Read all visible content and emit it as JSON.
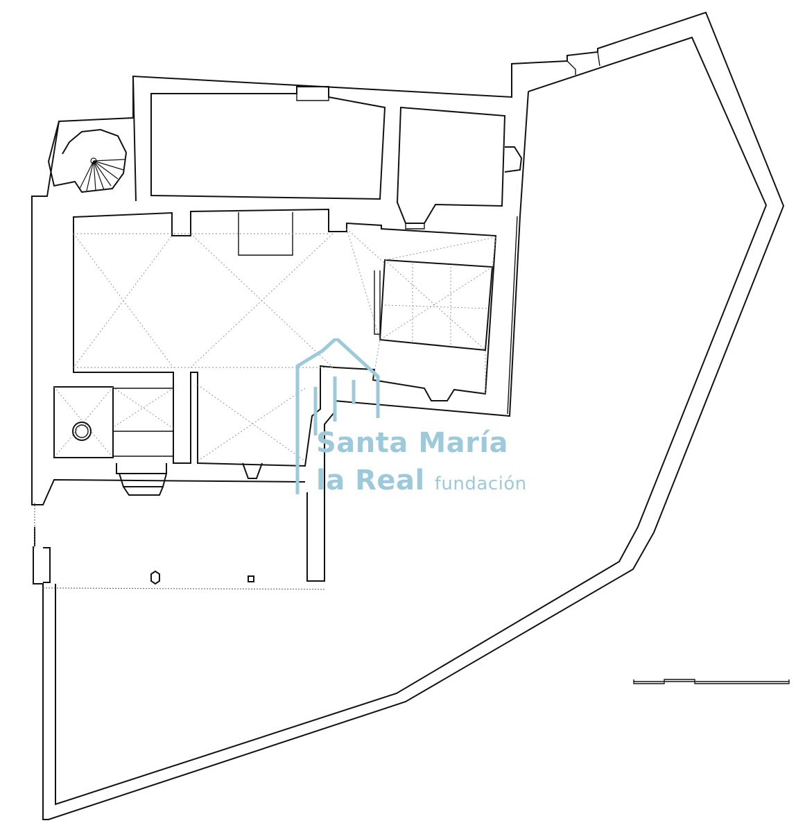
{
  "watermark": {
    "brand_line1": "Santa María",
    "brand_line2": "la Real",
    "brand_sub": "fundación",
    "color": "#9ccadb"
  },
  "colors": {
    "line": "#111111",
    "vault_lines": "#8a8a8a",
    "background": "#ffffff"
  },
  "icons": {
    "spiral_stair": "spiral-staircase",
    "well": "circular-well",
    "column": "octagonal-column",
    "scale": "scale-bar"
  }
}
